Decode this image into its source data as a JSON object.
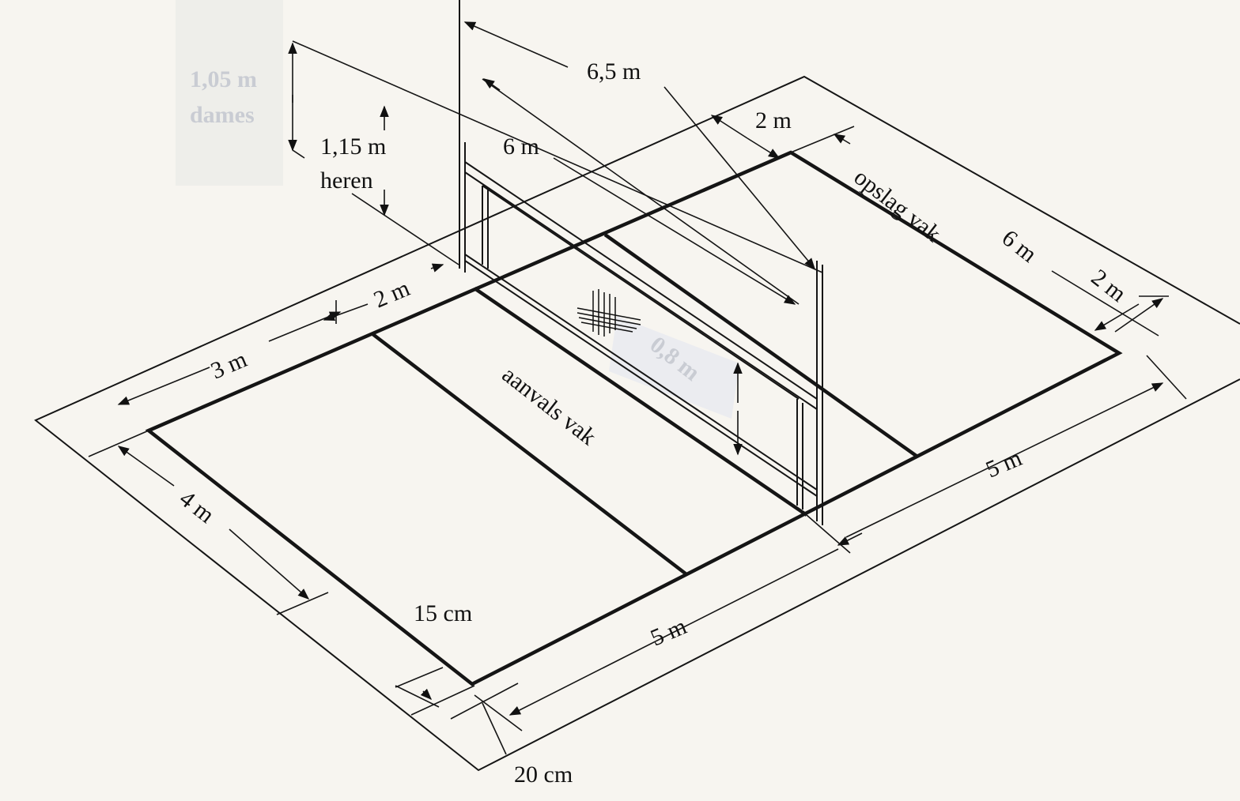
{
  "diagram": {
    "ghost_labels": {
      "dames_height": "1,05 m",
      "dames": "dames",
      "net_height": "0,8 m"
    },
    "labels": {
      "post_distance": "6,5 m",
      "net_length": "6 m",
      "net_height_men": "1,15 m",
      "heren": "heren",
      "free_zone_back_top": "2 m",
      "serve_zone": "opslag vak",
      "serve_zone_length": "6 m",
      "free_zone_side_right": "2 m",
      "free_zone_side_left": "2 m",
      "attack_zone_depth": "3 m",
      "attack_zone": "aanvals vak",
      "half_length_right": "5 m",
      "back_free_zone": "4 m",
      "line_width": "15 cm",
      "half_length_bottom": "5 m",
      "post_offset": "20 cm"
    }
  }
}
